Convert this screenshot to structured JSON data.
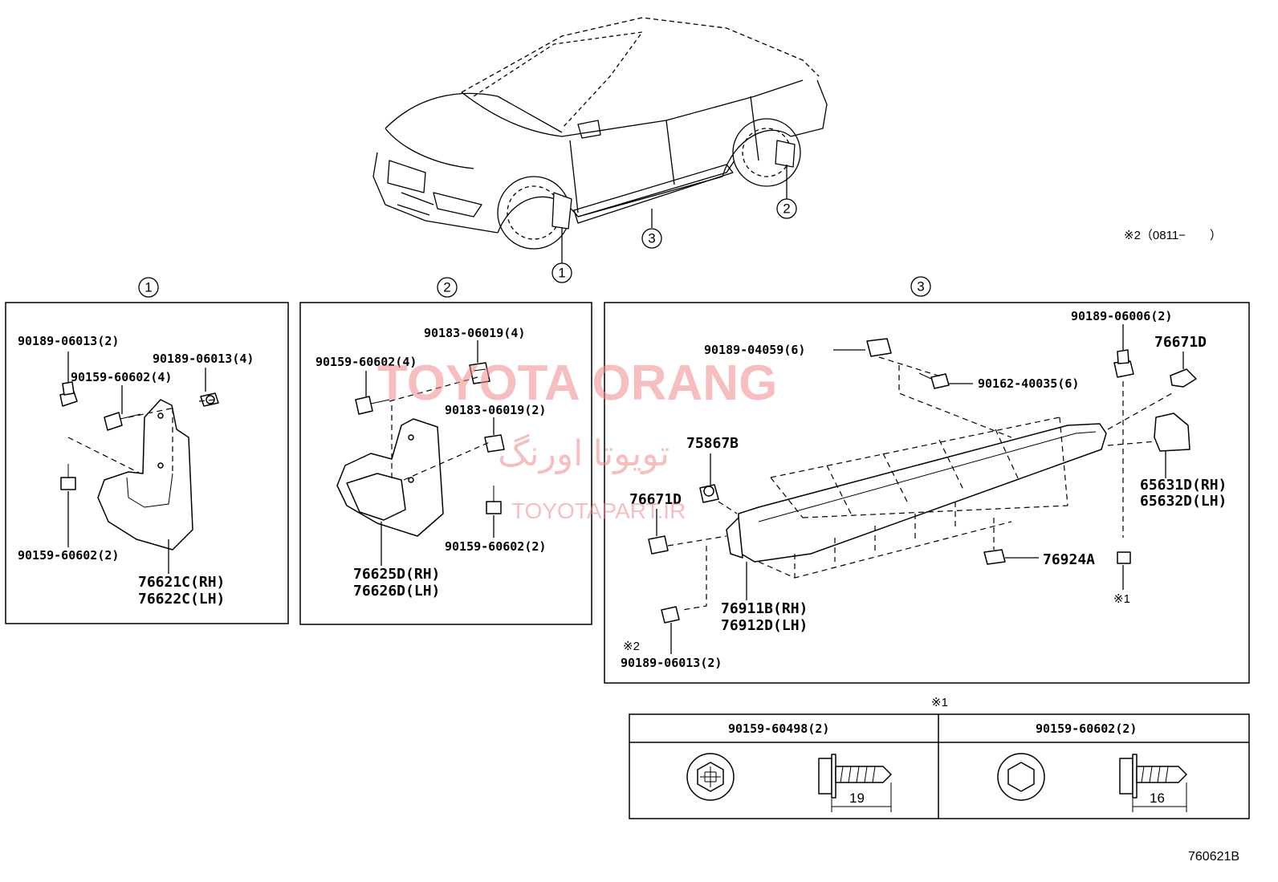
{
  "watermark": {
    "title": "TOYOTA ORANG",
    "persian": "تویوتا اورنگ",
    "site": "TOYOTAPART.IR"
  },
  "header_note": "※2（0811−　　）",
  "callouts": [
    "1",
    "2",
    "3"
  ],
  "panel1": {
    "callout": "1",
    "labels": {
      "clip_top": "90189-06013(2)",
      "clip_right": "90189-06013(4)",
      "screw_mid": "90159-60602(4)",
      "screw_bottom": "90159-60602(2)",
      "part_rh": "76621C(RH)",
      "part_lh": "76622C(LH)"
    }
  },
  "panel2": {
    "callout": "2",
    "labels": {
      "nut_top": "90183-06019(4)",
      "screw_top": "90159-60602(4)",
      "nut_mid": "90183-06019(2)",
      "screw_bottom": "90159-60602(2)",
      "part_rh": "76625D(RH)",
      "part_lh": "76626D(LH)"
    }
  },
  "panel3": {
    "callout": "3",
    "labels": {
      "clip_top_right": "90189-06006(2)",
      "clip_right": "76671D",
      "nut_top": "90189-04059(6)",
      "screw_top": "90162-40035(6)",
      "clip_75867": "75867B",
      "clip_left": "76671D",
      "bracket_rh": "65631D(RH)",
      "bracket_lh": "65632D(LH)",
      "clip_bottom": "76924A",
      "mark1": "※1",
      "skirt_rh": "76911B(RH)",
      "skirt_lh": "76912D(LH)",
      "mark2": "※2",
      "clip_bottom_left": "90189-06013(2)"
    }
  },
  "fastener_table": {
    "mark": "※1",
    "columns": [
      {
        "part_no": "90159-60498(2)",
        "length": "19"
      },
      {
        "part_no": "90159-60602(2)",
        "length": "16"
      }
    ]
  },
  "diagram_id": "760621B"
}
